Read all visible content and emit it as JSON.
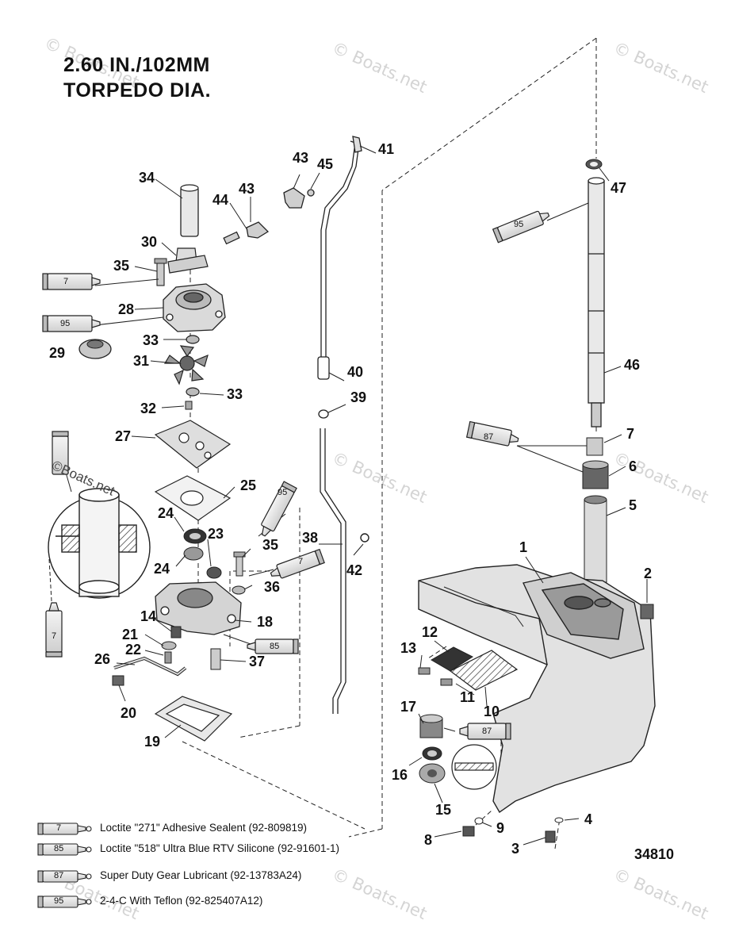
{
  "title": {
    "line1": "2.60 IN./102MM",
    "line2": "TORPEDO DIA."
  },
  "watermark": "© Boats.net",
  "inset_watermark": "©Boats.net",
  "diagram_number": "34810",
  "callouts": {
    "c1": "1",
    "c2": "2",
    "c3": "3",
    "c4": "4",
    "c5": "5",
    "c6": "6",
    "c7a": "7",
    "c8": "8",
    "c9": "9",
    "c10": "10",
    "c11": "11",
    "c12": "12",
    "c13": "13",
    "c14": "14",
    "c15": "15",
    "c16": "16",
    "c17": "17",
    "c18": "18",
    "c19": "19",
    "c20": "20",
    "c21": "21",
    "c22": "22",
    "c23": "23",
    "c24a": "24",
    "c24b": "24",
    "c25": "25",
    "c26": "26",
    "c27": "27",
    "c28": "28",
    "c29": "29",
    "c30": "30",
    "c31": "31",
    "c32": "32",
    "c33a": "33",
    "c33b": "33",
    "c34": "34",
    "c35a": "35",
    "c35b": "35",
    "c36": "36",
    "c37": "37",
    "c38": "38",
    "c39": "39",
    "c40": "40",
    "c41": "41",
    "c42": "42",
    "c43a": "43",
    "c43b": "43",
    "c44": "44",
    "c45": "45",
    "c46": "46",
    "c47": "47"
  },
  "tube_labels": {
    "t95_top": "95",
    "t7_left": "7",
    "t95_left": "95",
    "t87_right": "87",
    "t95_mid": "95",
    "t7_mid": "7",
    "t85_mid": "85",
    "t87_low": "87",
    "t7_inset": "7"
  },
  "legend": [
    {
      "code": "7",
      "text": "Loctite \"271\" Adhesive Sealent (92-809819)"
    },
    {
      "code": "85",
      "text": "Loctite \"518\" Ultra Blue RTV Silicone (92-91601-1)"
    },
    {
      "code": "87",
      "text": "Super Duty Gear Lubricant (92-13783A24)"
    },
    {
      "code": "95",
      "text": "2-4-C  With Teflon (92-825407A12)"
    }
  ]
}
